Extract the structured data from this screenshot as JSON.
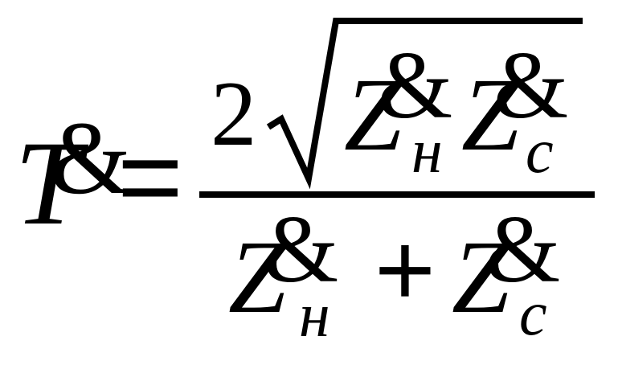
{
  "formula": {
    "lhs": {
      "letter": "T",
      "accent": "&"
    },
    "equals": "=",
    "numerator": {
      "coefficient": "2",
      "factor1": {
        "letter": "Z",
        "accent": "&",
        "subscript": "н"
      },
      "factor2": {
        "letter": "Z",
        "accent": "&",
        "subscript": "c"
      }
    },
    "denominator": {
      "term1": {
        "letter": "Z",
        "accent": "&",
        "subscript": "н"
      },
      "plus": "+",
      "term2": {
        "letter": "Z",
        "accent": "&",
        "subscript": "c"
      }
    }
  }
}
